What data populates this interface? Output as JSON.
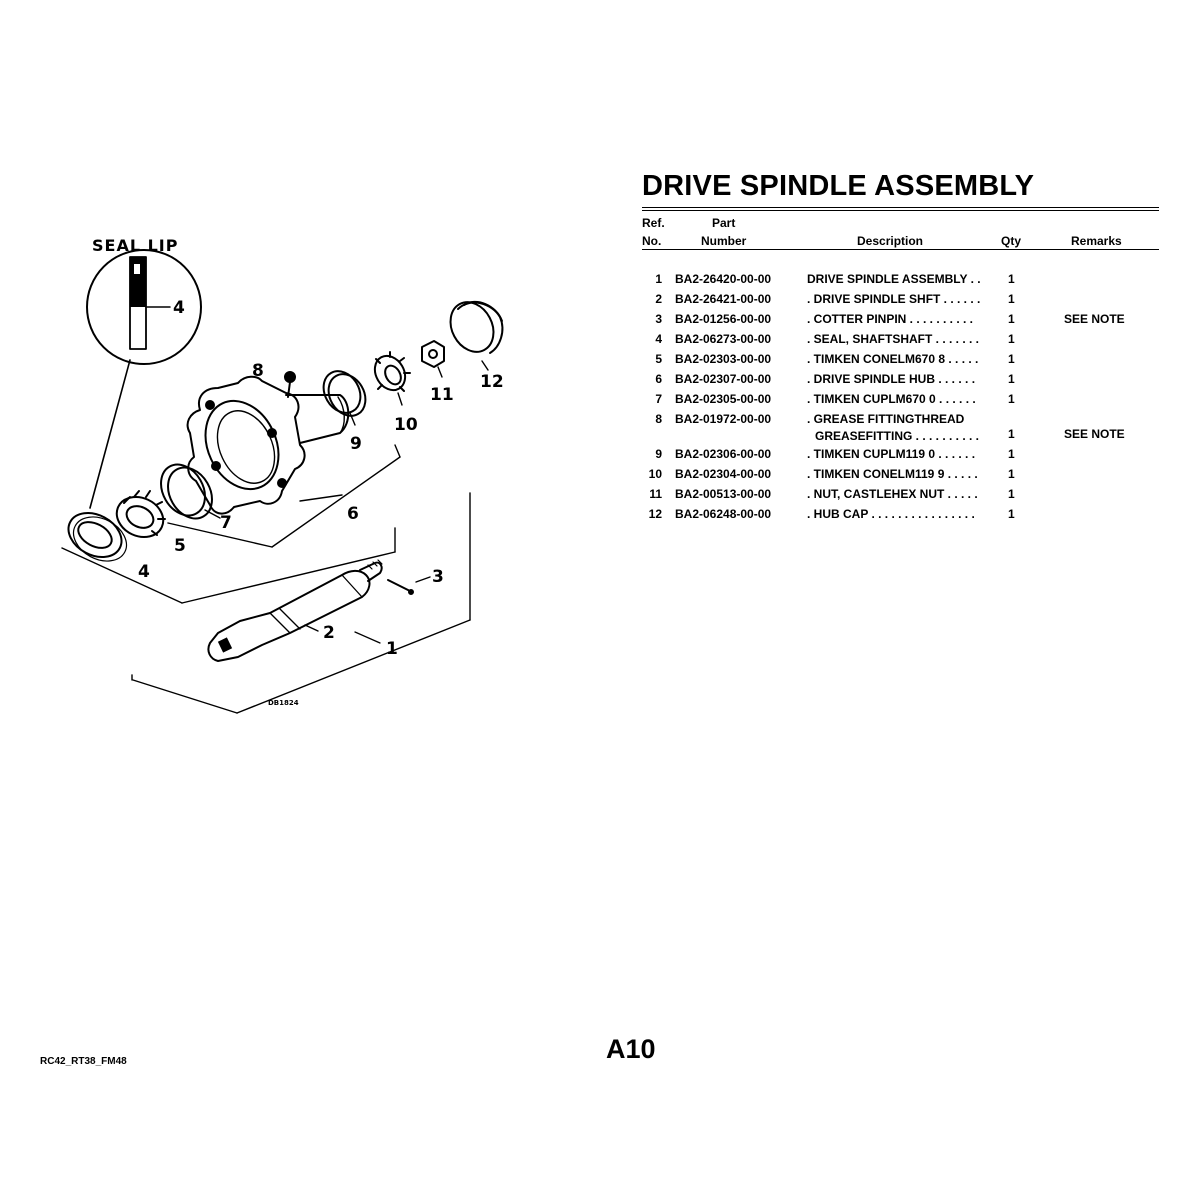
{
  "document": {
    "title": "DRIVE SPINDLE ASSEMBLY",
    "page_number": "A10",
    "footer_code": "RC42_RT38_FM48"
  },
  "table": {
    "headers": {
      "ref_line1": "Ref.",
      "ref_line2": "No.",
      "part_line1": "Part",
      "part_line2": "Number",
      "description": "Description",
      "qty": "Qty",
      "remarks": "Remarks"
    },
    "rows": [
      {
        "ref": "1",
        "part": "BA2-26420-00-00",
        "desc": "DRIVE SPINDLE ASSEMBLY  . .",
        "qty": "1",
        "remarks": ""
      },
      {
        "ref": "2",
        "part": "BA2-26421-00-00",
        "desc": ". DRIVE SPINDLE SHFT  . . . . . .",
        "qty": "1",
        "remarks": ""
      },
      {
        "ref": "3",
        "part": "BA2-01256-00-00",
        "desc": ". COTTER PINPIN   . . . . . . . . . .",
        "qty": "1",
        "remarks": "SEE NOTE"
      },
      {
        "ref": "4",
        "part": "BA2-06273-00-00",
        "desc": ". SEAL, SHAFTSHAFT  . . . . . . .",
        "qty": "1",
        "remarks": ""
      },
      {
        "ref": "5",
        "part": "BA2-02303-00-00",
        "desc": ". TIMKEN CONELM670 8   . . . . .",
        "qty": "1",
        "remarks": ""
      },
      {
        "ref": "6",
        "part": "BA2-02307-00-00",
        "desc": ". DRIVE SPINDLE HUB    . . . . . .",
        "qty": "1",
        "remarks": ""
      },
      {
        "ref": "7",
        "part": "BA2-02305-00-00",
        "desc": ". TIMKEN CUPLM670 0    . . . . . .",
        "qty": "1",
        "remarks": ""
      },
      {
        "ref": "8",
        "part": "BA2-01972-00-00",
        "desc": ". GREASE FITTINGTHREAD",
        "desc2": "GREASEFITTING  . . . . . . . . . .",
        "qty": "1",
        "remarks": "SEE NOTE"
      },
      {
        "ref": "9",
        "part": "BA2-02306-00-00",
        "desc": ". TIMKEN CUPLM119 0    . . . . . .",
        "qty": "1",
        "remarks": ""
      },
      {
        "ref": "10",
        "part": "BA2-02304-00-00",
        "desc": ". TIMKEN CONELM119 9   . . . . .",
        "qty": "1",
        "remarks": ""
      },
      {
        "ref": "11",
        "part": "BA2-00513-00-00",
        "desc": ". NUT, CASTLEHEX NUT   . . . . .",
        "qty": "1",
        "remarks": ""
      },
      {
        "ref": "12",
        "part": "BA2-06248-00-00",
        "desc": ". HUB CAP  . . . . . . . . . . . . . . . .",
        "qty": "1",
        "remarks": ""
      }
    ]
  },
  "diagram": {
    "inset_label": "SEAL LIP",
    "drawing_code": "DB1824",
    "callouts": [
      "1",
      "2",
      "3",
      "4",
      "4",
      "5",
      "6",
      "7",
      "8",
      "9",
      "10",
      "11",
      "12"
    ]
  }
}
